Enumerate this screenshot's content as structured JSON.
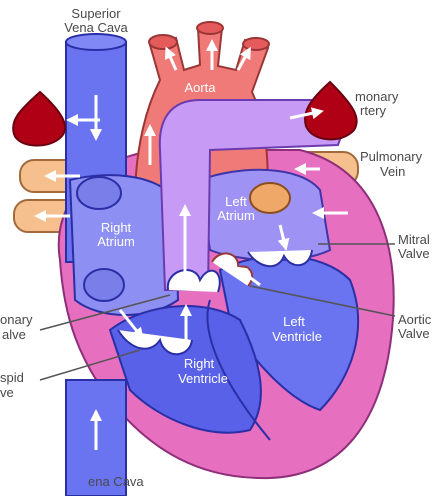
{
  "diagram": {
    "labels": {
      "superior_vena_cava_line1": "Superior",
      "superior_vena_cava_line2": "Vena Cava",
      "aorta": "Aorta",
      "pulmonary_artery_line1": "monary",
      "pulmonary_artery_line2": "rtery",
      "pulmonary_vein_line1": "Pulmonary",
      "pulmonary_vein_line2": "Vein",
      "left_atrium_line1": "Left",
      "left_atrium_line2": "Atrium",
      "right_atrium_line1": "Right",
      "right_atrium_line2": "Atrium",
      "mitral_valve_line1": "Mitral",
      "mitral_valve_line2": "Valve",
      "left_ventricle_line1": "Left",
      "left_ventricle_line2": "Ventricle",
      "aortic_valve_line1": "Aortic",
      "aortic_valve_line2": "Valve",
      "right_ventricle_line1": "Right",
      "right_ventricle_line2": "Ventricle",
      "pulmonary_valve_line1": "onary",
      "pulmonary_valve_line2": "alve",
      "tricuspid_valve_line1": "spid",
      "tricuspid_valve_line2": "ve",
      "inferior_vena_cava": "ena Cava"
    },
    "colors": {
      "deoxygenated": "#6a73f0",
      "oxygenated": "#f07a78",
      "pulmonary_trunk": "#c79af5",
      "pericardium": "#e66fc0",
      "vein": "#f6c08e",
      "blood_drop": "#b00016"
    }
  }
}
